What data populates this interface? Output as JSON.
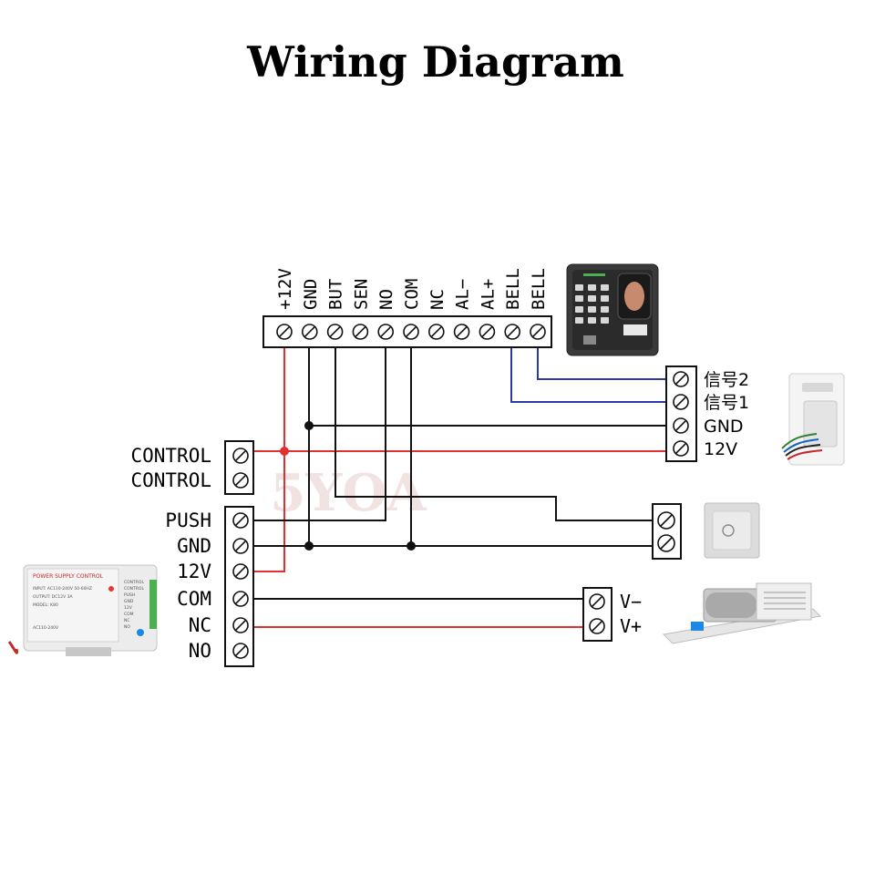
{
  "title": "Wiring Diagram",
  "watermark": "5YOA",
  "reader_terminals": [
    "+12V",
    "GND",
    "BUT",
    "SEN",
    "NO",
    "COM",
    "NC",
    "AL−",
    "AL+",
    "BELL",
    "BELL"
  ],
  "bell_terminals": [
    "信号2",
    "信号1",
    "GND",
    "12V"
  ],
  "psu_control_terminals": [
    "CONTROL",
    "CONTROL"
  ],
  "psu_main_terminals": [
    "PUSH",
    "GND",
    "12V",
    "COM",
    "NC",
    "NO"
  ],
  "lock_terminals": [
    "V−",
    "V+"
  ],
  "psu_label": {
    "heading": "POWER SUPPLY CONTROL",
    "line1": "INPUT: AC110-240V 50-60HZ",
    "line2": "OUTPUT: DC12V 3A",
    "line3": "MODEL: K80",
    "line4": "AC110-240V"
  },
  "psu_side_labels": [
    "CONTROL",
    "CONTROL",
    "PUSH",
    "GND",
    "12V",
    "COM",
    "NC",
    "NO"
  ],
  "colors": {
    "power": "#e03030",
    "signal": "#2a3aa8",
    "ground": "#111111",
    "accent": "#d02020"
  }
}
